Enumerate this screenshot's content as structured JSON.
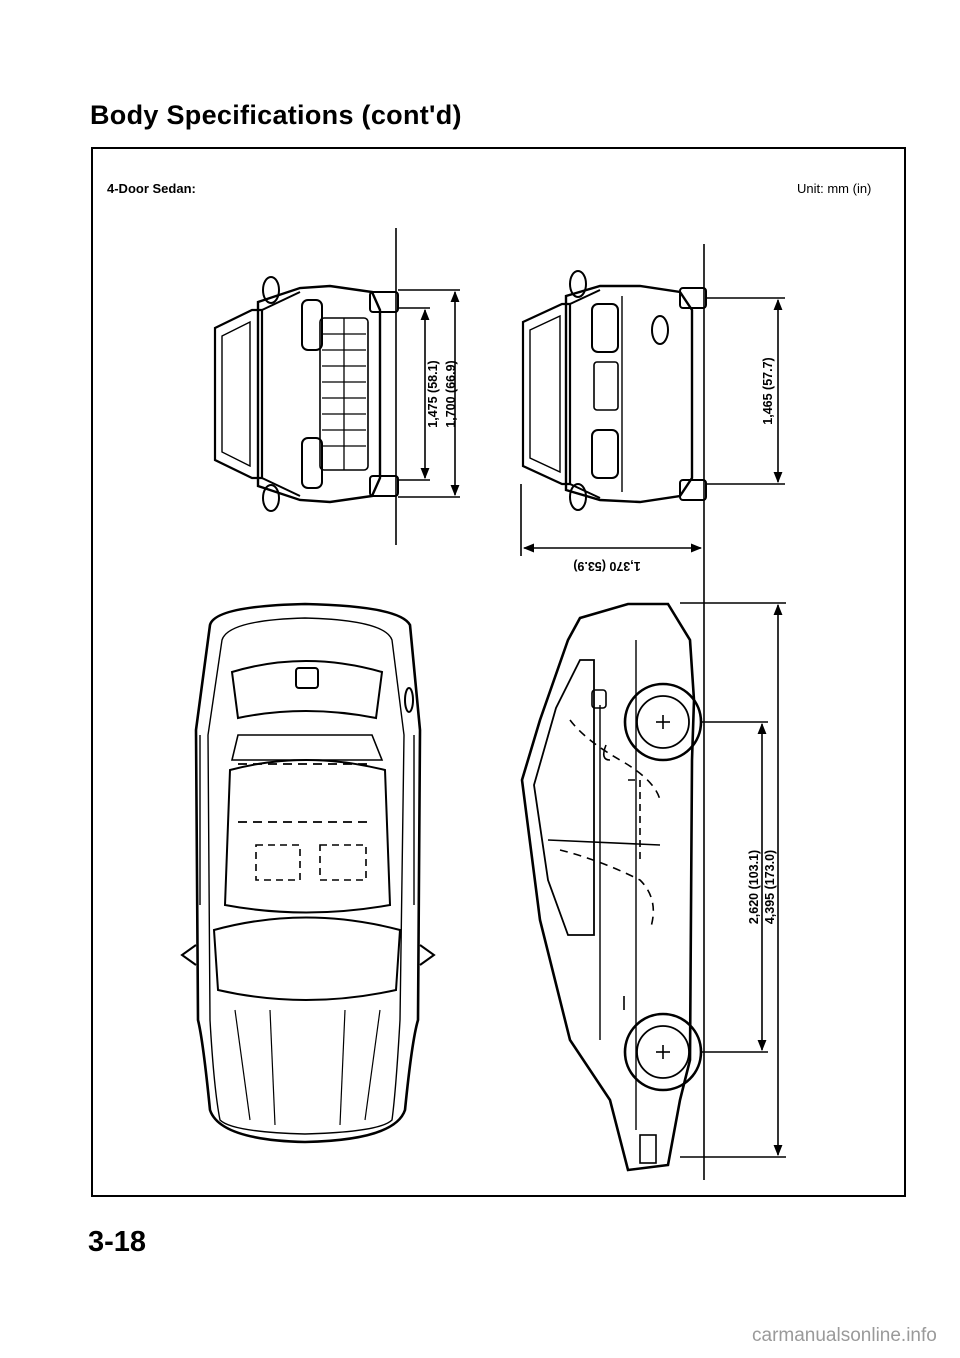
{
  "header": {
    "title": "Body Specifications (cont'd)"
  },
  "figure": {
    "section_label": "4-Door Sedan:",
    "unit_label": "Unit: mm (in)",
    "dimensions": {
      "front_track": "1,475 (58.1)",
      "overall_width": "1,700 (66.9)",
      "rear_track": "1,465 (57.7)",
      "overall_height": "1,370 (53.9)",
      "wheelbase": "2,620 (103.1)",
      "overall_length": "4,395 (173.0)"
    }
  },
  "footer": {
    "page_number": "3-18",
    "watermark": "carmanualsonline.info"
  }
}
